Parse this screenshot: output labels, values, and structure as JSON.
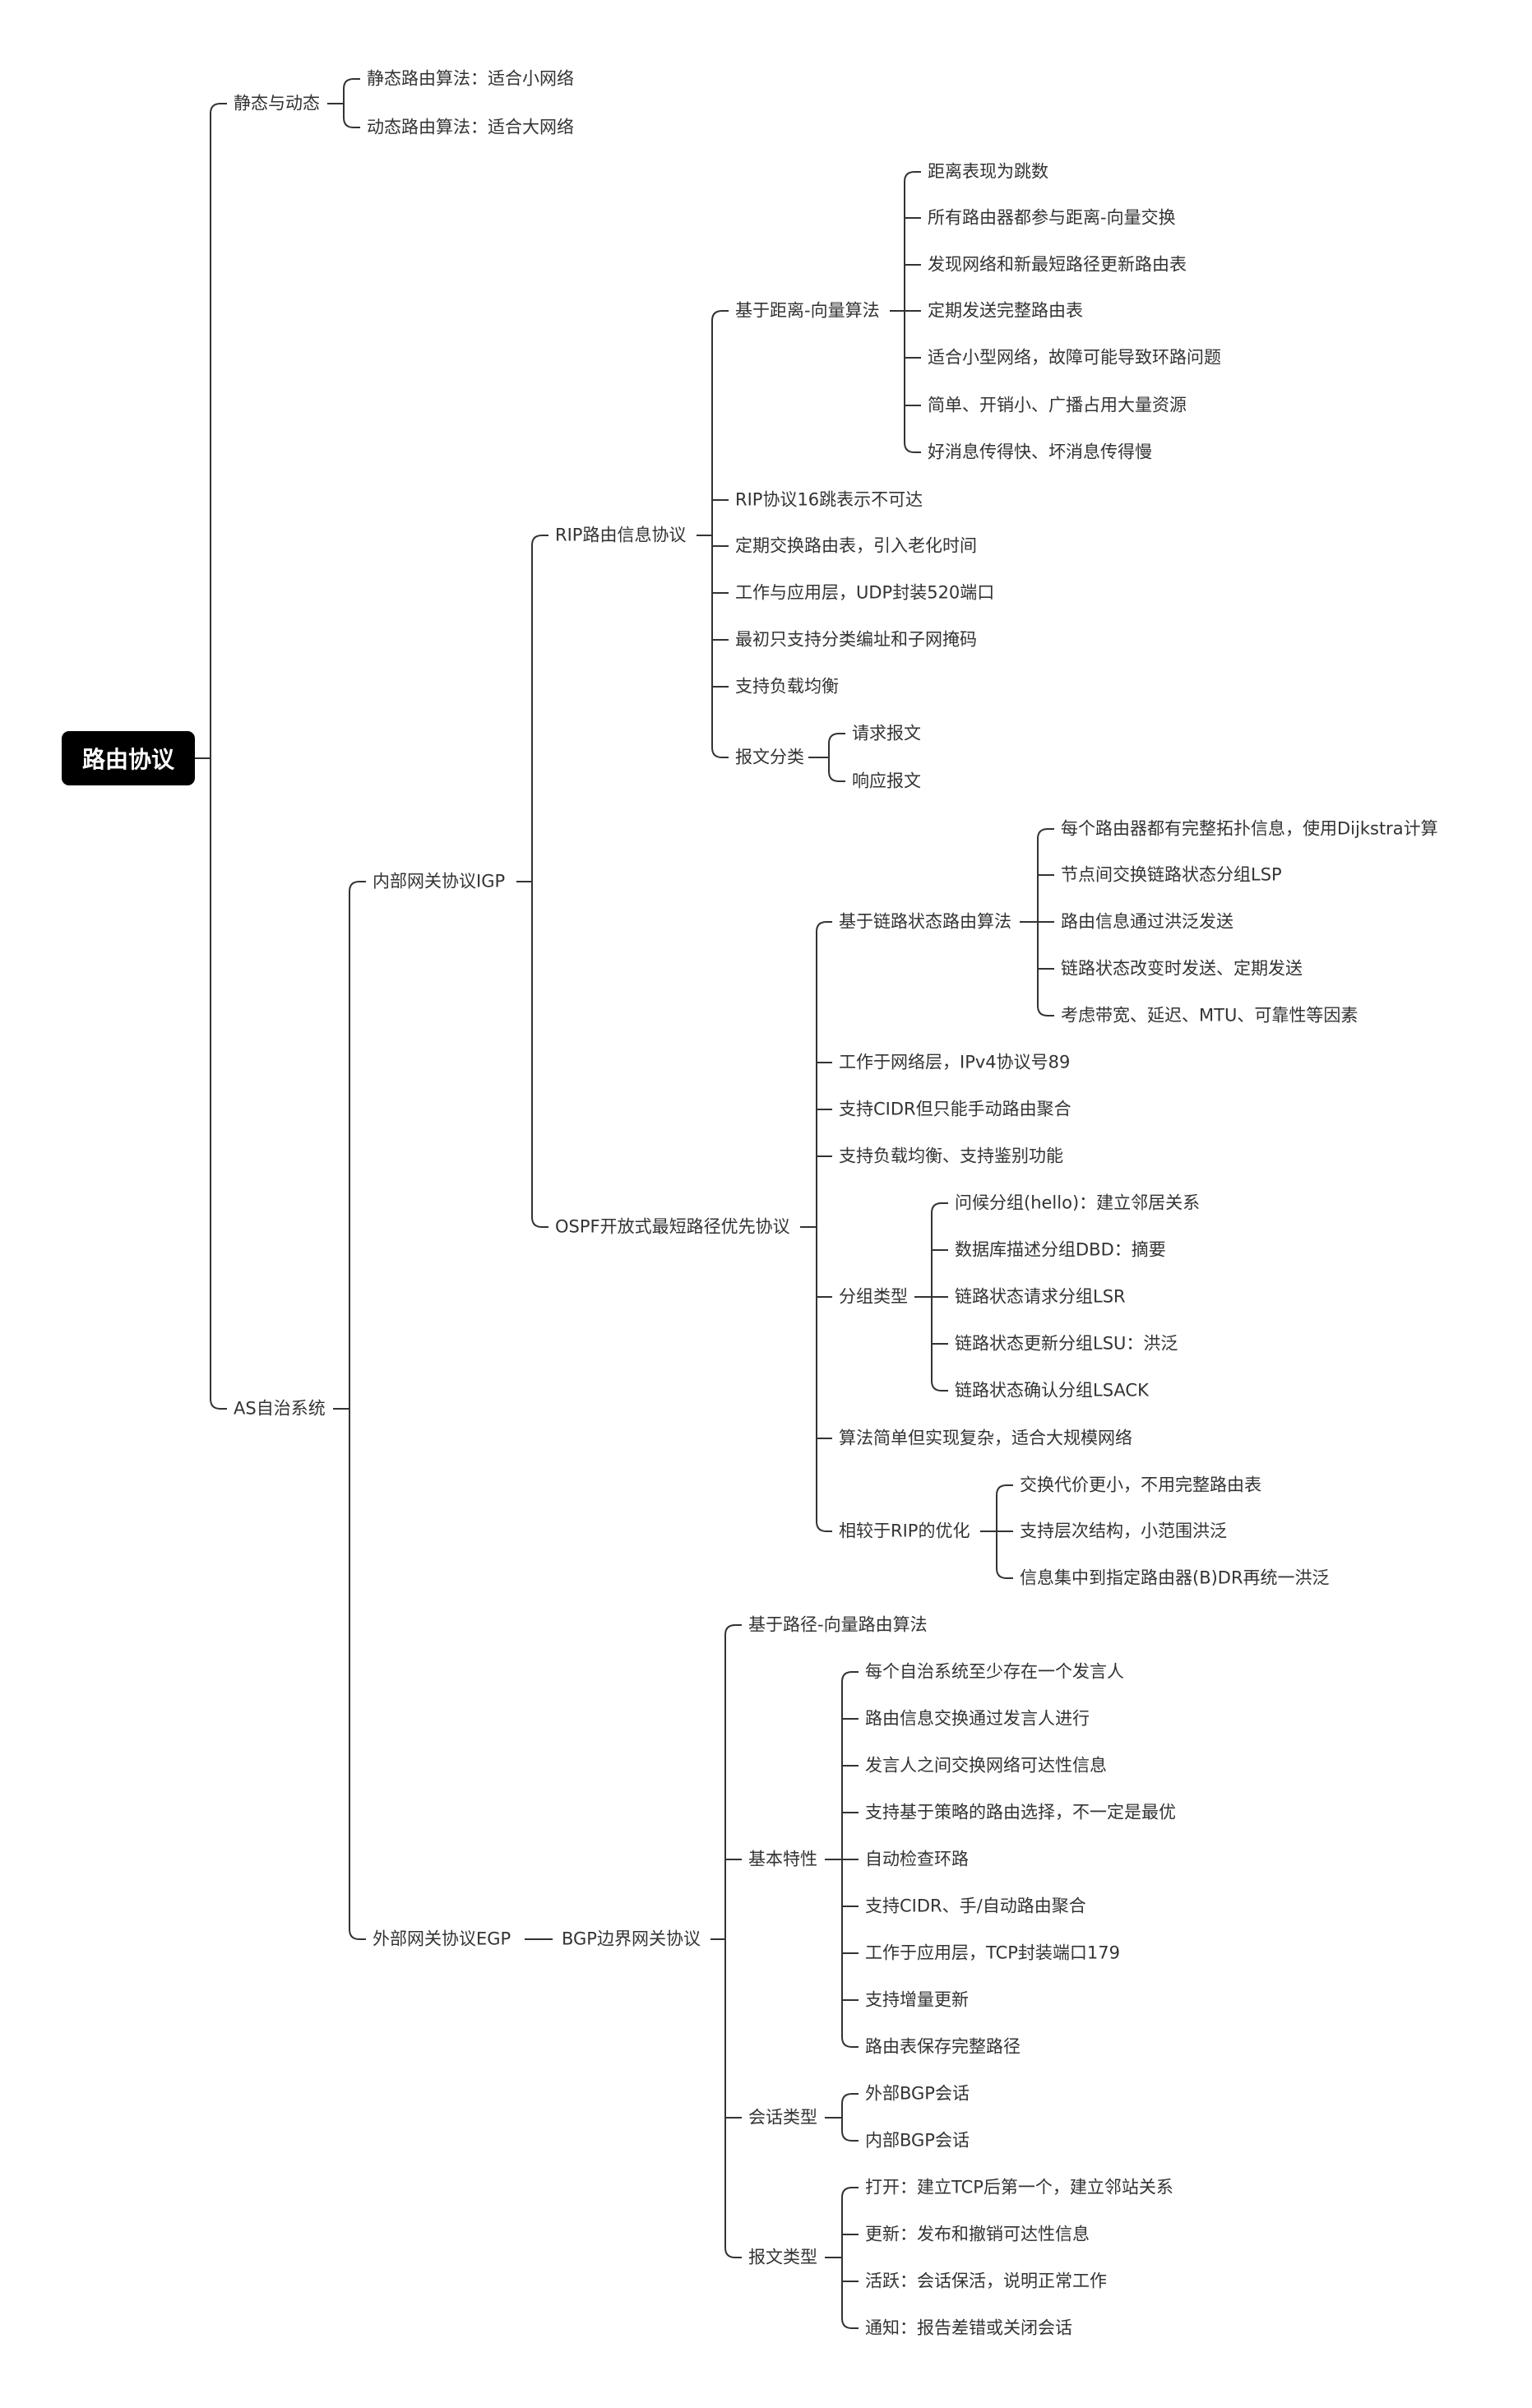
{
  "root": "路由协议",
  "branches": {
    "static_dynamic": {
      "label": "静态与动态",
      "items": [
        "静态路由算法：适合小网络",
        "动态路由算法：适合大网络"
      ]
    },
    "as": {
      "label": "AS自治系统",
      "igp": {
        "label": "内部网关协议IGP",
        "rip": {
          "label": "RIP路由信息协议",
          "dv": {
            "label": "基于距离-向量算法",
            "items": [
              "距离表现为跳数",
              "所有路由器都参与距离-向量交换",
              "发现网络和新最短路径更新路由表",
              "定期发送完整路由表",
              "适合小型网络，故障可能导致环路问题",
              "简单、开销小、广播占用大量资源",
              "好消息传得快、坏消息传得慢"
            ]
          },
          "items": [
            "RIP协议16跳表示不可达",
            "定期交换路由表，引入老化时间",
            "工作与应用层，UDP封装520端口",
            "最初只支持分类编址和子网掩码",
            "支持负载均衡"
          ],
          "msg": {
            "label": "报文分类",
            "items": [
              "请求报文",
              "响应报文"
            ]
          }
        },
        "ospf": {
          "label": "OSPF开放式最短路径优先协议",
          "ls": {
            "label": "基于链路状态路由算法",
            "items": [
              "每个路由器都有完整拓扑信息，使用Dijkstra计算",
              "节点间交换链路状态分组LSP",
              "路由信息通过洪泛发送",
              "链路状态改变时发送、定期发送",
              "考虑带宽、延迟、MTU、可靠性等因素"
            ]
          },
          "items": [
            "工作于网络层，IPv4协议号89",
            "支持CIDR但只能手动路由聚合",
            "支持负载均衡、支持鉴别功能"
          ],
          "packets": {
            "label": "分组类型",
            "items": [
              "问候分组(hello)：建立邻居关系",
              "数据库描述分组DBD：摘要",
              "链路状态请求分组LSR",
              "链路状态更新分组LSU：洪泛",
              "链路状态确认分组LSACK"
            ]
          },
          "note": "算法简单但实现复杂，适合大规模网络",
          "vs_rip": {
            "label": "相较于RIP的优化",
            "items": [
              "交换代价更小，不用完整路由表",
              "支持层次结构，小范围洪泛",
              "信息集中到指定路由器(B)DR再统一洪泛"
            ]
          }
        }
      },
      "egp": {
        "label": "外部网关协议EGP",
        "bgp": {
          "label": "BGP边界网关协议",
          "pv": "基于路径-向量路由算法",
          "features": {
            "label": "基本特性",
            "items": [
              "每个自治系统至少存在一个发言人",
              "路由信息交换通过发言人进行",
              "发言人之间交换网络可达性信息",
              "支持基于策略的路由选择，不一定是最优",
              "自动检查环路",
              "支持CIDR、手/自动路由聚合",
              "工作于应用层，TCP封装端口179",
              "支持增量更新",
              "路由表保存完整路径"
            ]
          },
          "sessions": {
            "label": "会话类型",
            "items": [
              "外部BGP会话",
              "内部BGP会话"
            ]
          },
          "messages": {
            "label": "报文类型",
            "items": [
              "打开：建立TCP后第一个，建立邻站关系",
              "更新：发布和撤销可达性信息",
              "活跃：会话保活，说明正常工作",
              "通知：报告差错或关闭会话"
            ]
          }
        }
      }
    }
  },
  "colors": {
    "line": "#333333",
    "text": "#333333",
    "root_bg": "#000000",
    "root_text": "#ffffff"
  }
}
